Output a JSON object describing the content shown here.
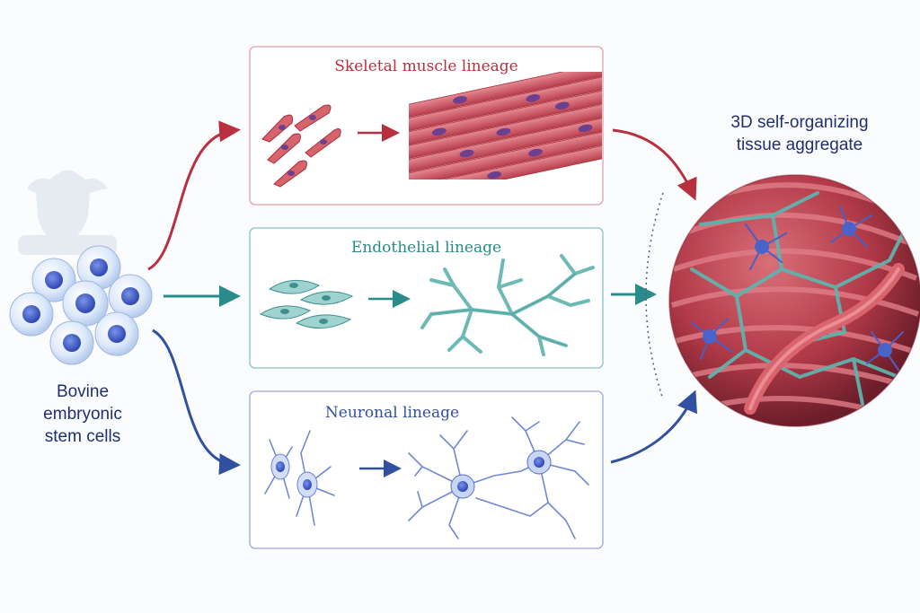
{
  "source": {
    "label": "Bovine embryonic stem cells",
    "lines": [
      "Bovine",
      "embryonic",
      "stem cells"
    ]
  },
  "lineages": [
    {
      "title": "Skeletal muscle lineage",
      "color": "#b8303d"
    },
    {
      "title": "Endothelial lineage",
      "color": "#2a8b8b"
    },
    {
      "title": "Neuronal lineage",
      "color": "#3150a0"
    }
  ],
  "result": {
    "label": "3D self-organizing tissue aggregate",
    "lines": [
      "3D self-organizing",
      "tissue aggregate"
    ],
    "color": "#1f2f6e"
  },
  "colors": {
    "muscle": "#c9404e",
    "endothelial": "#4ba6a6",
    "neuron": "#3f62c0",
    "stem": "#4a6fd0"
  }
}
